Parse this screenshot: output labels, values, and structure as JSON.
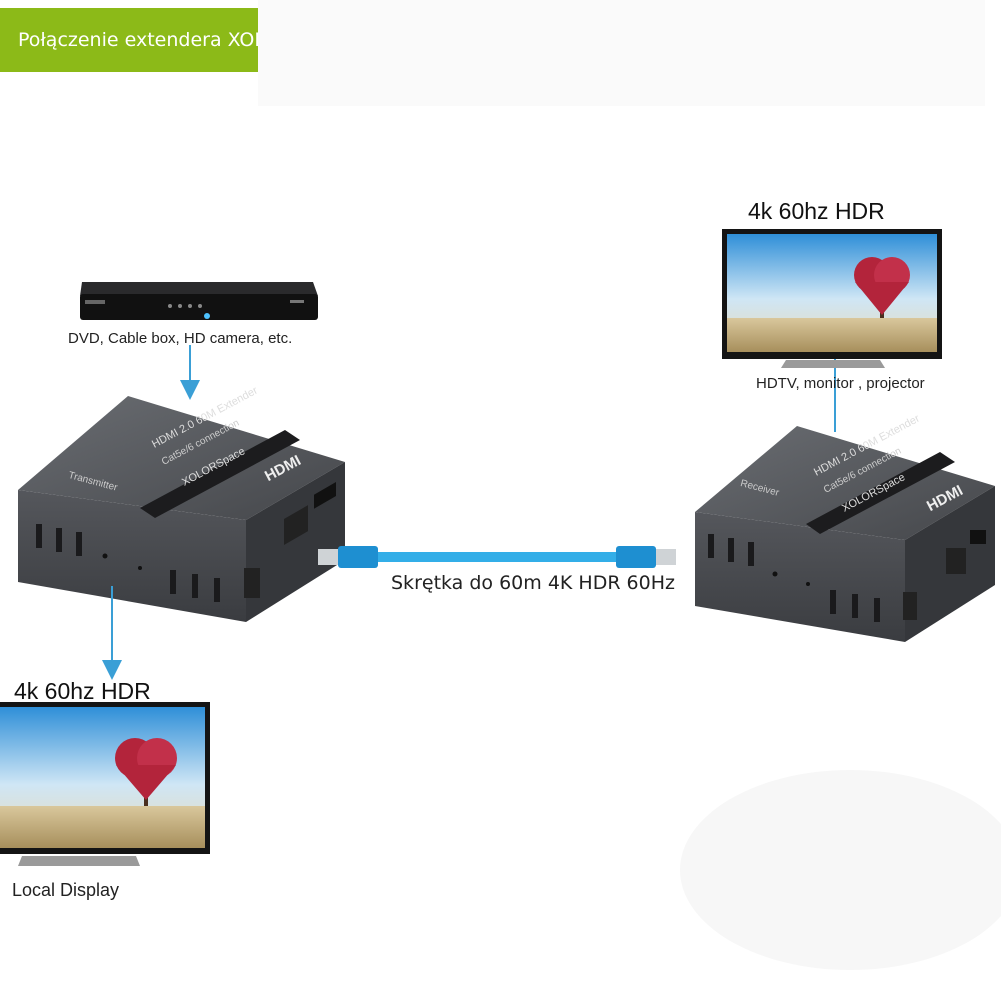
{
  "banner": {
    "title": "Połączenie extendera XOLORSpace"
  },
  "source": {
    "caption": "DVD, Cable box, HD camera, etc."
  },
  "remote_display": {
    "title": "4k 60hz HDR",
    "caption": "HDTV, monitor , projector"
  },
  "local_display": {
    "title": "4k 60hz HDR",
    "caption": "Local Display"
  },
  "cable": {
    "caption": "Skrętka do 60m 4K HDR 60Hz"
  },
  "transmitter": {
    "side_label": "Transmitter",
    "model": "HDMI 2.0 60M Extender",
    "sub": "Cat5e/6 connection",
    "brand": "XOLORSpace",
    "logo": "HDMI"
  },
  "receiver": {
    "side_label": "Receiver",
    "model": "HDMI 2.0 60M Extender",
    "sub": "Cat5e/6 connection",
    "brand": "XOLORSpace",
    "logo": "HDMI"
  },
  "colors": {
    "banner": "#8cba18",
    "arrow": "#3a9fd6",
    "cable": "#33aee8",
    "device": "#4a4c50"
  }
}
